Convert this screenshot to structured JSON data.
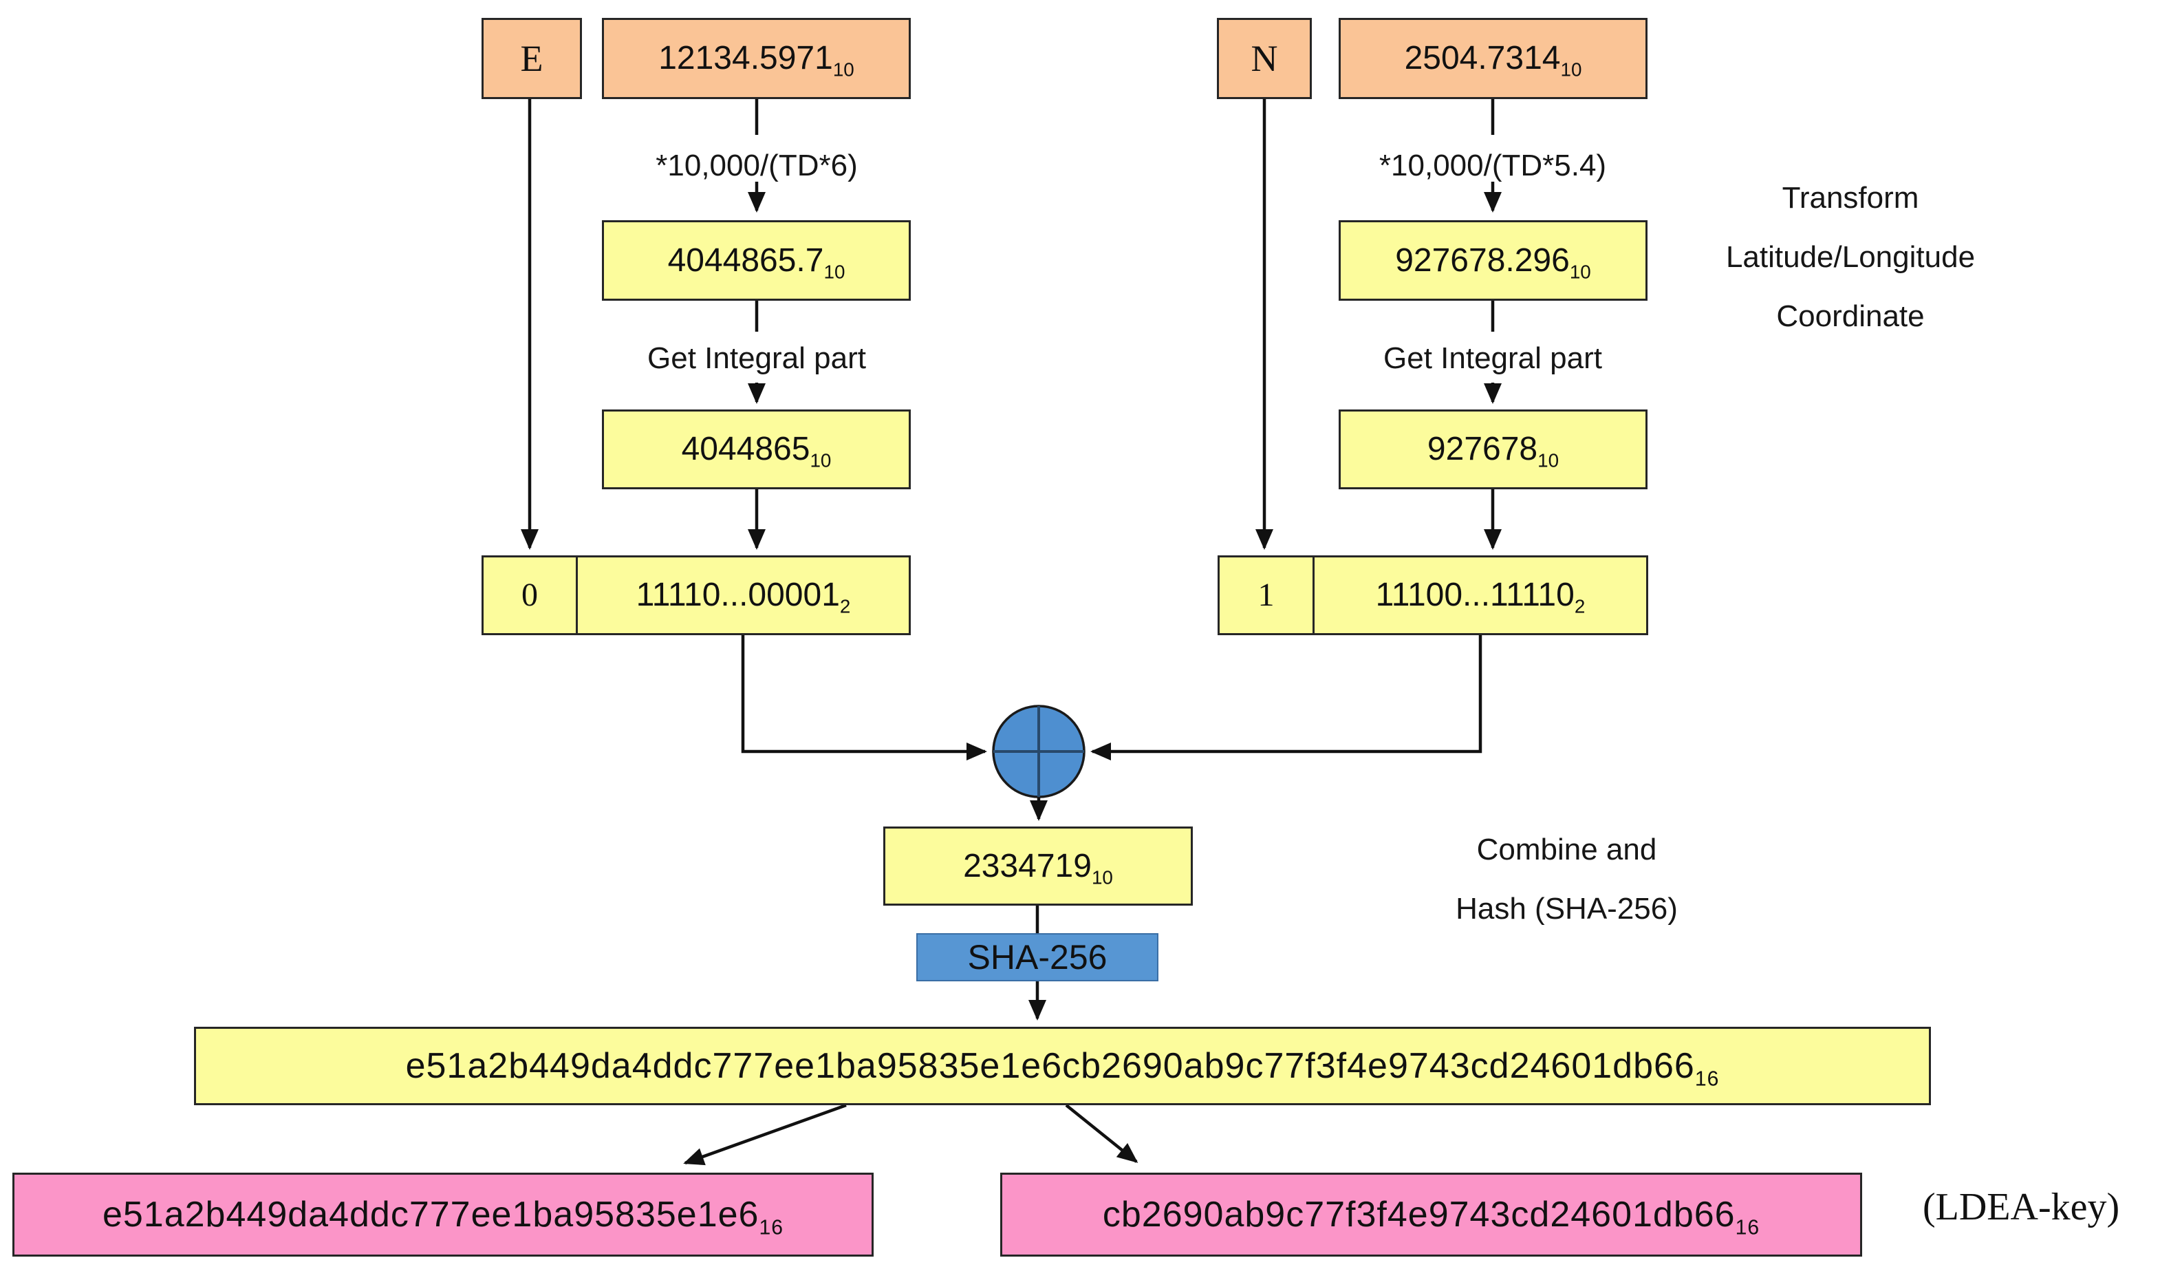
{
  "colors": {
    "orange": "#FAC496",
    "yellow": "#FCFC9C",
    "blue": "#5796D3",
    "circle_blue": "#4E8FD0",
    "pink": "#FB95C8"
  },
  "east": {
    "flag": "E",
    "input_value": "12134.5971",
    "input_base": "10",
    "formula": "*10,000/(TD*6)",
    "scaled_value": "4044865.7",
    "scaled_base": "10",
    "integral_label": "Get Integral part",
    "integral_value": "4044865",
    "integral_base": "10",
    "bit": "0",
    "binary_value": "11110...00001",
    "binary_base": "2"
  },
  "north": {
    "flag": "N",
    "input_value": "2504.7314",
    "input_base": "10",
    "formula": "*10,000/(TD*5.4)",
    "scaled_value": "927678.296",
    "scaled_base": "10",
    "integral_label": "Get Integral part",
    "integral_value": "927678",
    "integral_base": "10",
    "bit": "1",
    "binary_value": "11100...11110",
    "binary_base": "2"
  },
  "combine": {
    "combined_value": "2334719",
    "combined_base": "10",
    "hash_function": "SHA-256",
    "digest_value": "e51a2b449da4ddc777ee1ba95835e1e6cb2690ab9c77f3f4e9743cd24601db66",
    "digest_base": "16"
  },
  "outputs": {
    "left_value": "e51a2b449da4ddc777ee1ba95835e1e6",
    "left_base": "16",
    "right_value": "cb2690ab9c77f3f4e9743cd24601db66",
    "right_base": "16",
    "key_label": "(LDEA-key)"
  },
  "annotations": {
    "transform_stage": "Transform\nLatitude/Longitude\nCoordinate",
    "combine_stage": "Combine and\nHash (SHA-256)"
  }
}
